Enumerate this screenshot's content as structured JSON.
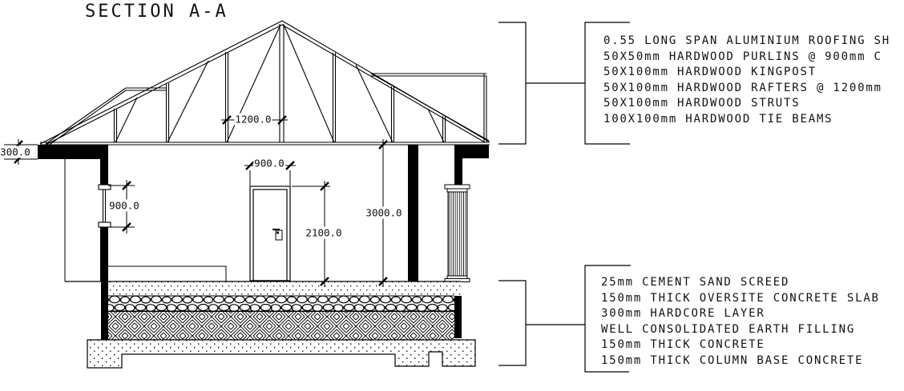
{
  "title": "SECTION A-A",
  "dimensions": {
    "eave_beam_depth": "300.0",
    "window_height": "900.0",
    "door_width": "900.0",
    "door_height": "2100.0",
    "floor_to_ceiling": "3000.0",
    "rafter_spacing": "1200.0"
  },
  "roof_specs": {
    "lines": [
      "0.55 LONG SPAN ALUMINIUM ROOFING SH",
      "50X50mm HARDWOOD PURLINS @ 900mm C",
      "50X100mm HARDWOOD KINGPOST",
      "50X100mm HARDWOOD RAFTERS @ 1200mm",
      "50X100mm HARDWOOD STRUTS",
      "100X100mm HARDWOOD TIE BEAMS"
    ]
  },
  "floor_specs": {
    "lines": [
      "25mm CEMENT SAND SCREED",
      "150mm THICK OVERSITE CONCRETE SLAB",
      "300mm HARDCORE LAYER",
      "WELL CONSOLIDATED EARTH FILLING",
      "150mm THICK CONCRETE",
      "150mm THICK COLUMN BASE CONCRETE"
    ]
  }
}
